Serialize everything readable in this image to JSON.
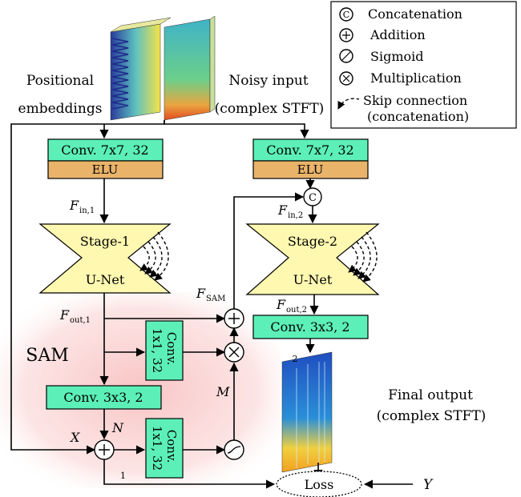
{
  "legend": {
    "items": [
      {
        "symbol": "C",
        "label": "Concatenation"
      },
      {
        "symbol": "+",
        "label": "Addition"
      },
      {
        "symbol": "/",
        "label": "Sigmoid"
      },
      {
        "symbol": "×",
        "label": "Multiplication"
      }
    ],
    "skip_label_1": "Skip connection",
    "skip_label_2": "(concatenation)"
  },
  "inputs": {
    "positional_1": "Positional",
    "positional_2": "embeddings",
    "noisy_1": "Noisy input",
    "noisy_2": "(complex STFT)"
  },
  "blocks": {
    "conv7_left": "Conv. 7x7, 32",
    "elu_left": "ELU",
    "conv7_right": "Conv. 7x7, 32",
    "elu_right": "ELU",
    "stage1": "Stage-1",
    "stage1_sub": "U-Net",
    "stage2": "Stage-2",
    "stage2_sub": "U-Net",
    "conv3_mid": "Conv. 3x3, 2",
    "conv3_right": "Conv. 3x3, 2",
    "conv1_top_1": "Conv.",
    "conv1_top_2": "1x1, 32",
    "conv1_bot_1": "Conv.",
    "conv1_bot_2": "1x1, 32"
  },
  "labels": {
    "f_in1": "F",
    "f_in1_sub": "in,1",
    "f_in2": "F",
    "f_in2_sub": "in,2",
    "f_out1": "F",
    "f_out1_sub": "out,1",
    "f_out2": "F",
    "f_out2_sub": "out,2",
    "f_sam": "F",
    "f_sam_sub": "SAM",
    "sam": "SAM",
    "m": "M",
    "n": "N",
    "x": "X",
    "y": "Y",
    "one": "1",
    "two": "2",
    "loss": "Loss",
    "final_1": "Final output",
    "final_2": "(complex STFT)",
    "concat_symbol": "C"
  },
  "colors": {
    "block_green": "#5cf0b8",
    "block_orange": "#e9b36a",
    "unet_yellow": "#fff8b0",
    "sam_region": "#f9c8c8"
  }
}
